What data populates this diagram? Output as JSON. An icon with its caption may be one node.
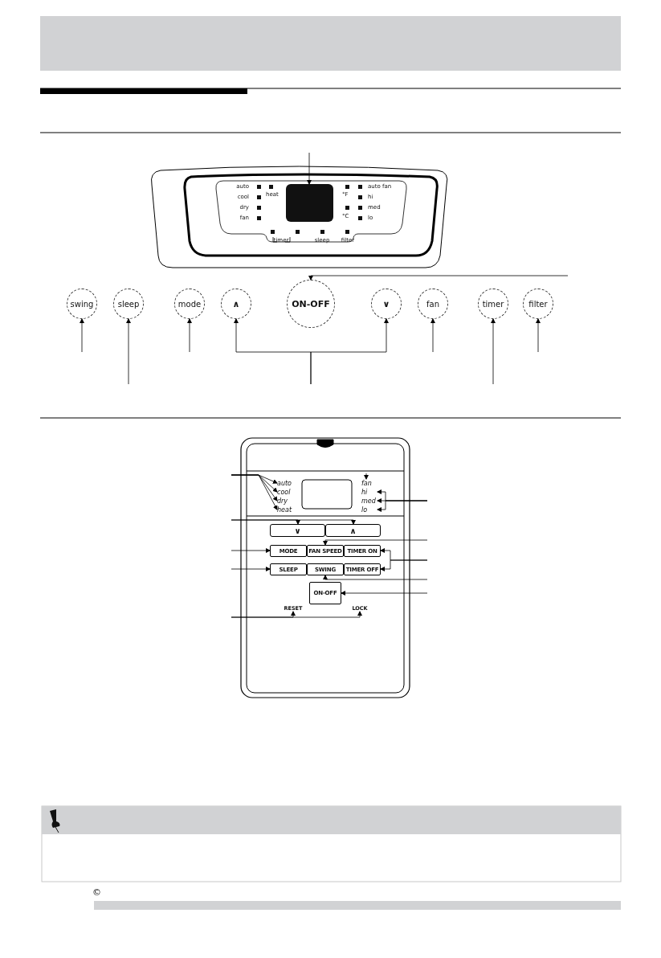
{
  "diagram": {
    "nodes": [
      {
        "text": [],
        "shape": "box"
      },
      {
        "text": [
          "swing"
        ]
      },
      {
        "text": [
          "sleep"
        ]
      },
      {
        "text": [
          "mode"
        ]
      },
      {
        "text": [
          "∧"
        ]
      },
      {
        "text": [
          "ON-OFF"
        ]
      },
      {
        "text": [
          "∨"
        ]
      },
      {
        "text": [
          "fan"
        ]
      },
      {
        "text": [
          "timer"
        ]
      },
      {
        "text": [
          "filter"
        ]
      },
      {
        "text": [
          "auto"
        ]
      },
      {
        "text": [
          "cool"
        ]
      },
      {
        "text": [
          "dry"
        ]
      },
      {
        "text": [
          "heat"
        ]
      },
      {
        "text": [
          "fan"
        ]
      },
      {
        "text": [
          "hi"
        ]
      },
      {
        "text": [
          "med"
        ]
      },
      {
        "text": [
          "lo"
        ]
      },
      {
        "text": [
          "∨"
        ]
      },
      {
        "text": [
          "∧"
        ]
      },
      {
        "text": [
          "MODE"
        ]
      },
      {
        "text": [
          "FAN SPEED"
        ]
      },
      {
        "text": [
          "TIMER ON"
        ]
      },
      {
        "text": [
          "SLEEP"
        ]
      },
      {
        "text": [
          "SWING"
        ]
      },
      {
        "text": [
          "TIMER OFF"
        ]
      },
      {
        "text": [
          "ON-OFF"
        ]
      },
      {
        "text": [
          "RESET"
        ]
      },
      {
        "text": [
          "LOCK"
        ]
      }
    ],
    "edges": [
      {
        "from": null,
        "to": 0,
        "arrow": "to"
      },
      {
        "from": null,
        "to": 5,
        "arrow": "to"
      },
      {
        "from": null,
        "to": 1,
        "arrow": "to"
      },
      {
        "from": null,
        "to": 2,
        "arrow": "to"
      },
      {
        "from": null,
        "to": 3,
        "arrow": "to"
      },
      {
        "from": null,
        "to": 4,
        "arrow": "to"
      },
      {
        "from": null,
        "to": 6,
        "arrow": "to"
      },
      {
        "from": null,
        "to": 7,
        "arrow": "to"
      },
      {
        "from": null,
        "to": 8,
        "arrow": "to"
      },
      {
        "from": null,
        "to": 9,
        "arrow": "to"
      },
      {
        "from": null,
        "to": 10,
        "arrow": "to"
      },
      {
        "from": null,
        "to": 11,
        "arrow": "to"
      },
      {
        "from": null,
        "to": 12,
        "arrow": "to"
      },
      {
        "from": null,
        "to": 13,
        "arrow": "to"
      },
      {
        "from": null,
        "to": 14,
        "arrow": "to"
      },
      {
        "from": null,
        "to": 15,
        "arrow": "to"
      },
      {
        "from": null,
        "to": 16,
        "arrow": "to"
      },
      {
        "from": null,
        "to": 17,
        "arrow": "to"
      },
      {
        "from": null,
        "to": 18,
        "arrow": "to"
      },
      {
        "from": null,
        "to": 19,
        "arrow": "to"
      },
      {
        "from": null,
        "to": 21,
        "arrow": "to"
      },
      {
        "from": null,
        "to": 20,
        "arrow": "to"
      },
      {
        "from": null,
        "to": 22,
        "arrow": "to"
      },
      {
        "from": null,
        "to": 25,
        "arrow": "to"
      },
      {
        "from": null,
        "to": 23,
        "arrow": "to"
      },
      {
        "from": null,
        "to": 24,
        "arrow": "to"
      },
      {
        "from": null,
        "to": 26,
        "arrow": "to"
      },
      {
        "from": null,
        "to": 27,
        "arrow": "to"
      },
      {
        "from": null,
        "to": 28,
        "arrow": "to"
      }
    ],
    "labels": [
      "auto",
      "heat",
      "°F",
      "auto fan",
      "cool",
      "hi",
      "dry",
      "°C",
      "med",
      "fan",
      "lo",
      "timer",
      "sleep",
      "filter",
      "©"
    ]
  }
}
